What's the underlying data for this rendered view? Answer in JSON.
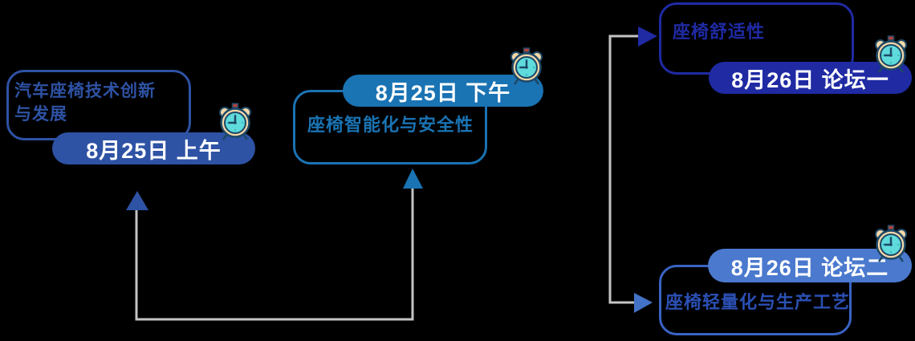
{
  "diagram": {
    "description_language": "zh",
    "background_color": "#000000",
    "nodes": {
      "session1": {
        "title_line1": "汽车座椅技术创新",
        "title_line2": "与发展",
        "badge": "8月25日 上午",
        "color": "#2E52A4"
      },
      "session2": {
        "title": "座椅智能化与安全性",
        "badge": "8月25日 下午",
        "color": "#1A73B3"
      },
      "forum1": {
        "title": "座椅舒适性",
        "badge": "8月26日 论坛一",
        "color": "#1F2AA3"
      },
      "forum2": {
        "title": "座椅轻量化与生产工艺",
        "badge": "8月26日 论坛二",
        "pill_color": "#4A79CE",
        "border_color": "#3A63C4",
        "text_color": "#2B50B4",
        "arrow_color": "#4373C8"
      }
    },
    "connectors": {
      "line_color": "#C4C4C4",
      "left_arrow_color": "#2E52A4",
      "middle_arrow_color": "#1A73B3",
      "forum1_arrow_color": "#1F2AA3",
      "forum2_arrow_color": "#4373C8"
    },
    "icons": {
      "clock": {
        "name": "alarm-clock-icon",
        "outline": "#1D4866",
        "body": "#F5D7A9",
        "face": "#5FDBDC",
        "button": "#B5413C"
      }
    }
  }
}
